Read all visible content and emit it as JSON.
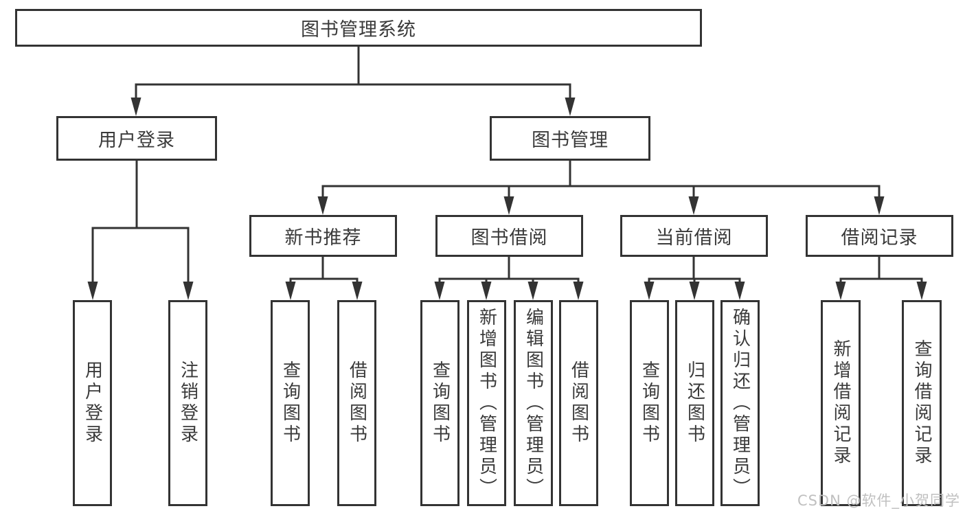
{
  "diagram": {
    "type": "hierarchy-tree",
    "root": {
      "label": "图书管理系统",
      "children": [
        {
          "label": "用户登录",
          "children": [
            {
              "label": "用户登录"
            },
            {
              "label": "注销登录"
            }
          ]
        },
        {
          "label": "图书管理",
          "children": [
            {
              "label": "新书推荐",
              "children": [
                {
                  "label": "查询图书"
                },
                {
                  "label": "借阅图书"
                }
              ]
            },
            {
              "label": "图书借阅",
              "children": [
                {
                  "label": "查询图书"
                },
                {
                  "label": "新增图书（管理员）"
                },
                {
                  "label": "编辑图书（管理员）"
                },
                {
                  "label": "借阅图书"
                }
              ]
            },
            {
              "label": "当前借阅",
              "children": [
                {
                  "label": "查询图书"
                },
                {
                  "label": "归还图书"
                },
                {
                  "label": "确认归还（管理员）"
                }
              ]
            },
            {
              "label": "借阅记录",
              "children": [
                {
                  "label": "新增借阅记录"
                },
                {
                  "label": "查询借阅记录"
                }
              ]
            }
          ]
        }
      ]
    },
    "colors": {
      "line": "#333333",
      "text": "#3a3a3a",
      "watermark": "#c0c0c0",
      "background": "#ffffff"
    }
  },
  "watermark": {
    "text": "CSDN @软件_小贺同学"
  }
}
